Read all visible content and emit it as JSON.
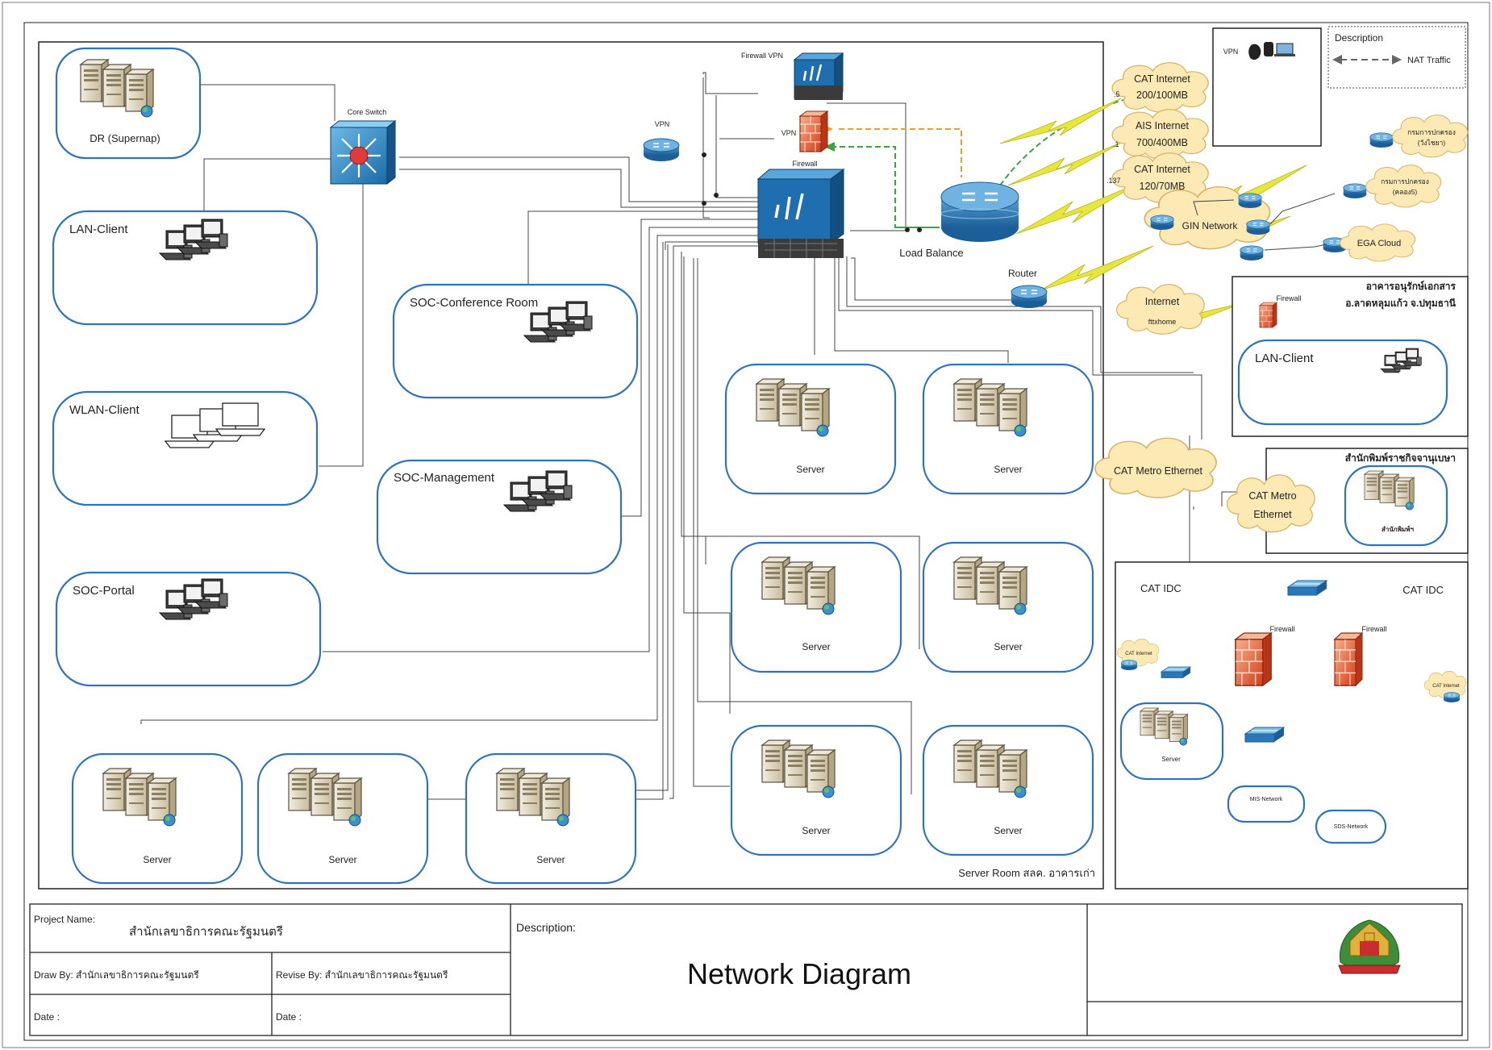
{
  "network": {
    "nodes": {
      "dr": "DR (Supernap)",
      "core_switch": "Core Switch",
      "lan_client": "LAN-Client",
      "wlan_client": "WLAN-Client",
      "soc_portal": "SOC-Portal",
      "soc_conference": "SOC-Conference Room",
      "soc_management": "SOC-Management",
      "vpn_router": "VPN",
      "firewall_vpn": "Firewall VPN",
      "vpn_firewall": "VPN",
      "firewall": "Firewall",
      "load_balance": "Load Balance",
      "router": "Router",
      "server": "Server",
      "server_room": "Server Room สลค. อาคารเก่า"
    },
    "isp": {
      "cat1_name": "CAT Internet",
      "cat1_speed": "200/100MB",
      "ais_name": "AIS Internet",
      "ais_speed": "700/400MB",
      "cat2_name": "CAT Internet",
      "cat2_speed": "120/70MB",
      "ip_a": ".5",
      "ip_b": ".1",
      "ip_c": ".137"
    },
    "vpn_box_label": "VPN",
    "legend": {
      "title": "Description",
      "nat": "NAT Traffic"
    },
    "gin": {
      "gin_network": "GIN Network",
      "dopa_wang": "กรมการปกครอง\n(วังไชยา)",
      "dopa_khlong": "กรมการปกครอง\n(คลอง5)",
      "ega": "EGA Cloud"
    },
    "archive": {
      "title_1": "อาคารอนุรักษ์เอกสาร",
      "title_2": "อ.ลาดหลุมแก้ว จ.ปทุมธานี",
      "internet": "Internet",
      "fttx": "fttxhome",
      "firewall": "Firewall",
      "lan_client": "LAN-Client"
    },
    "metro_left": "CAT Metro Ethernet",
    "metro_right_1": "CAT Metro",
    "metro_right_2": "Ethernet",
    "printing": {
      "title": "สำนักพิมพ์ราชกิจจานุเบษา",
      "server": "สำนักพิมพ์ฯ"
    },
    "idc": {
      "left_title": "CAT IDC",
      "right_title": "CAT IDC",
      "firewall_left": "Firewall",
      "firewall_right": "Firewall",
      "cat_internet_left": "CAT Internet",
      "cat_internet_right": "CAT Internet",
      "server": "Server",
      "mis": "MIS-Network",
      "sds": "SDS-Network"
    }
  },
  "title_block": {
    "project_label": "Project Name:",
    "project_value": "สำนักเลขาธิการคณะรัฐมนตรี",
    "description_label": "Description:",
    "title": "Network Diagram",
    "draw_by": "Draw By: สำนักเลขาธิการคณะรัฐมนตรี",
    "revise_by": "Revise By: สำนักเลขาธิการคณะรัฐมนตรี",
    "date_left": "Date :",
    "date_right": "Date :"
  },
  "colors": {
    "group_border": "#2e72c2",
    "cloud_fill": "#fde9b4",
    "cloud_stroke": "#d8b468",
    "router_blue": "#2b78b8",
    "core_switch": "#2e8ecf",
    "firewall_red": "#e24a24",
    "firewall_blue": "#1f6fb0",
    "server_tan": "#d8ccb0",
    "lightning": "#e7e63a",
    "nat_green": "#3da441",
    "nat_orange": "#f0a020"
  }
}
